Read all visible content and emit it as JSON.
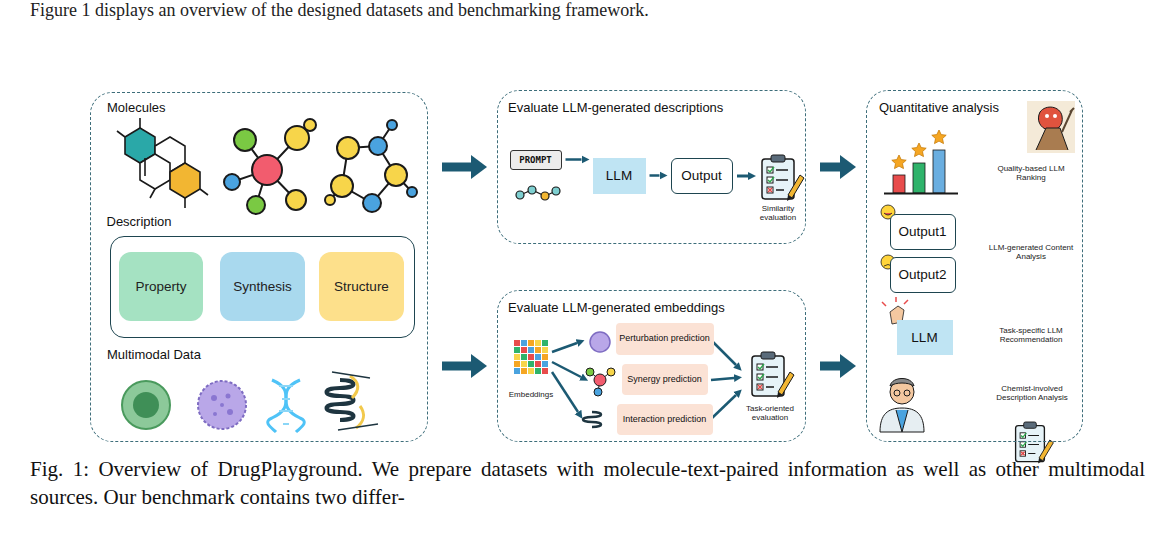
{
  "diagram": {
    "caption": "Fig. 1: Overview of DrugPlayground. We prepare datasets with molecule-text-paired information as well as other multimodal sources. Our benchmark contains two differ-",
    "nodes": [
      {
        "text": [
          "Molecules",
          "Multimodal Data"
        ]
      },
      {
        "text": [
          "Description"
        ],
        "in": 0
      },
      {
        "text": [
          "Property"
        ],
        "in": 1
      },
      {
        "text": [
          "Synthesis"
        ],
        "in": 1
      },
      {
        "text": [
          "Structure"
        ],
        "in": 1
      },
      {
        "text": [
          "Evaluate LLM-generated descriptions"
        ]
      },
      {
        "text": [
          "PROMPT"
        ],
        "in": 5
      },
      {
        "text": [
          "LLM"
        ],
        "in": 5
      },
      {
        "text": [
          "Output"
        ],
        "in": 5
      },
      {
        "text": [
          "Evaluate LLM-generated embeddings"
        ]
      },
      {
        "text": [
          "Perturbation prediction"
        ],
        "in": 9
      },
      {
        "text": [
          "Synergy prediction"
        ],
        "in": 9
      },
      {
        "text": [
          "Interaction prediction"
        ],
        "in": 9
      },
      {
        "text": [
          "Quantitative analysis"
        ]
      },
      {
        "text": [
          "Output1"
        ],
        "in": 13
      },
      {
        "text": [
          "Output2"
        ],
        "in": 13
      },
      {
        "text": [
          "LLM"
        ],
        "in": 13
      }
    ],
    "edges": [
      {
        "from": 0,
        "to": 5,
        "arrow": "to"
      },
      {
        "from": 0,
        "to": 9,
        "arrow": "to"
      },
      {
        "from": 6,
        "to": 7,
        "arrow": "to"
      },
      {
        "from": 7,
        "to": 8,
        "arrow": "to"
      },
      {
        "from": 5,
        "to": 13,
        "arrow": "to"
      },
      {
        "from": 9,
        "to": 13,
        "arrow": "to"
      }
    ],
    "labels": [
      "Figure 1 displays an overview of the designed datasets and benchmarking framework.",
      "Similarity evaluation",
      "Embeddings",
      "Task-oriented evaluation",
      "Quality-based LLM Ranking",
      "LLM-generated Content Analysis",
      "Task-specific LLM Recommendation",
      "Chemist-involved Description Analysis"
    ]
  }
}
